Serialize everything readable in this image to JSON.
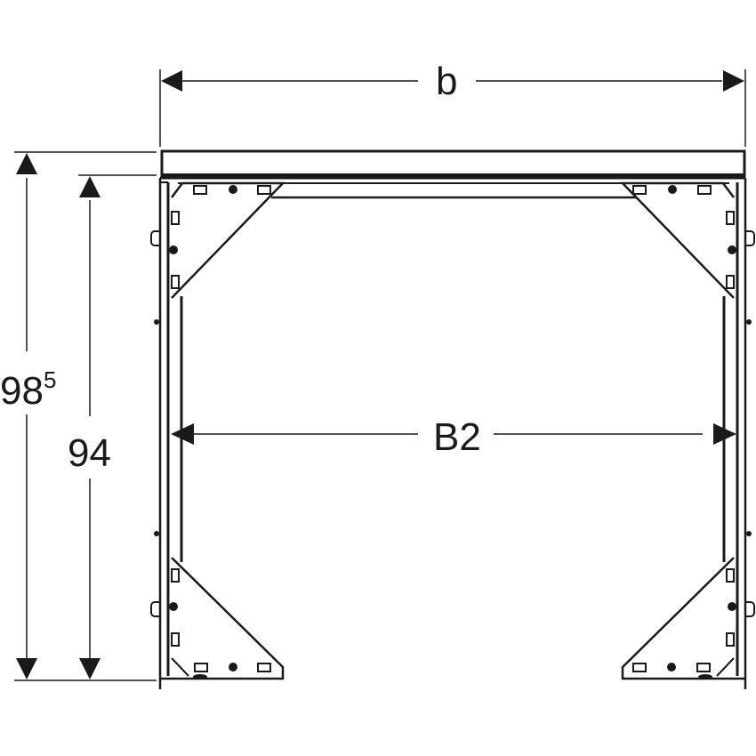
{
  "drawing": {
    "type": "technical dimension drawing",
    "subject": "mounting frame front view",
    "stroke_color": "#1a1a1a",
    "background_color": "#ffffff"
  },
  "dimensions": {
    "overall_width": {
      "label": "b"
    },
    "inner_width": {
      "label": "B2"
    },
    "overall_height": {
      "value": "98",
      "superscript": "5"
    },
    "frame_height": {
      "value": "94"
    }
  }
}
